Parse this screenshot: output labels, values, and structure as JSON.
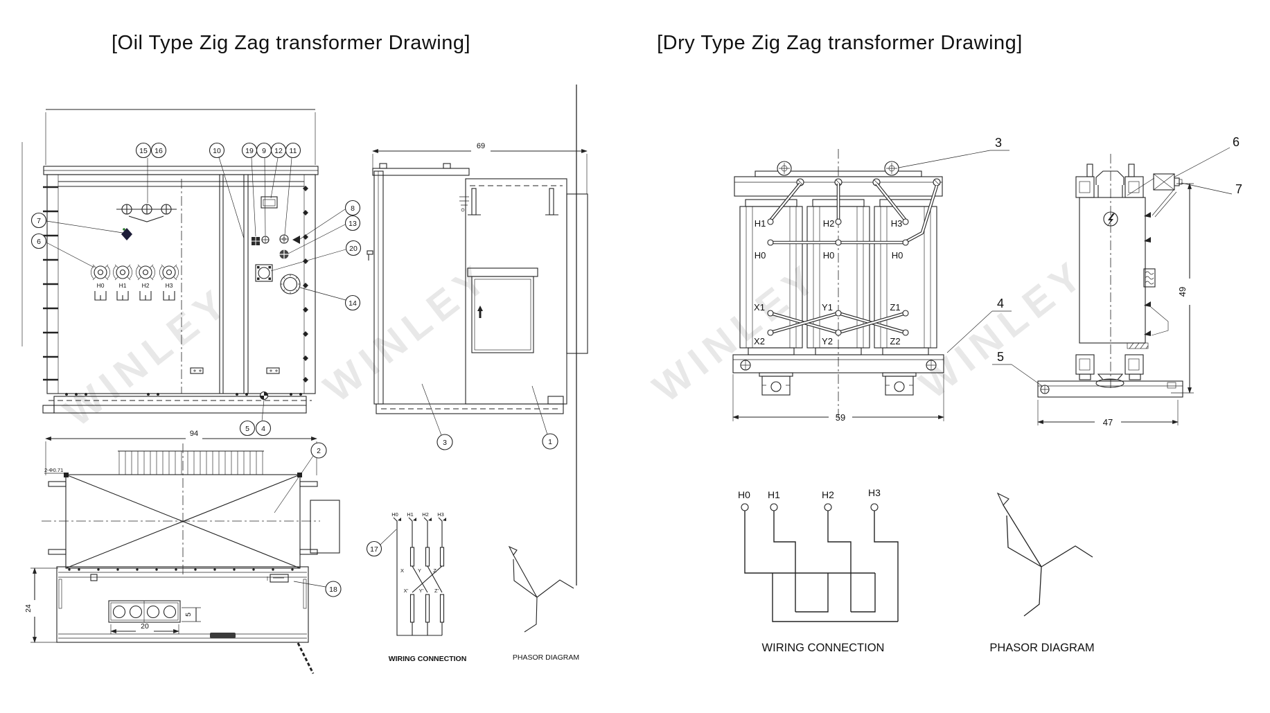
{
  "titles": {
    "left": "[Oil Type Zig Zag transformer Drawing]",
    "right": "[Dry Type Zig Zag transformer Drawing]"
  },
  "watermark": "WINLEY",
  "oil": {
    "callouts": {
      "n1": "1",
      "n2": "2",
      "n3": "3",
      "n4": "4",
      "n5": "5",
      "n6": "6",
      "n7": "7",
      "n8": "8",
      "n9": "9",
      "n10": "10",
      "n11": "11",
      "n12": "12",
      "n13": "13",
      "n14": "14",
      "n15": "15",
      "n16": "16",
      "n17": "17",
      "n18": "18",
      "n19": "19",
      "n20": "20"
    },
    "bushings": [
      "H0",
      "H1",
      "H2",
      "H3"
    ],
    "dims": {
      "side_width": "69",
      "top_width": "94",
      "base_depth": "24",
      "hole_span": "20",
      "hole_offset": "5",
      "hole_note": "2-Φ0.71"
    },
    "wiring": {
      "terminals": [
        "H0",
        "H1",
        "H2",
        "H3"
      ],
      "upper": [
        "X",
        "Y",
        "Z"
      ],
      "lower": [
        "X'",
        "Y'",
        "Z'"
      ],
      "caption": "WIRING CONNECTION"
    },
    "phasor_caption": "PHASOR DIAGRAM"
  },
  "dry": {
    "callouts": {
      "n3": "3",
      "n4": "4",
      "n5": "5",
      "n6": "6",
      "n7": "7"
    },
    "hv_terminals": [
      "H1",
      "H2",
      "H3"
    ],
    "neutral_terminals": [
      "H0",
      "H0",
      "H0"
    ],
    "upper_taps": [
      "X1",
      "Y1",
      "Z1"
    ],
    "lower_taps": [
      "X2",
      "Y2",
      "Z2"
    ],
    "dims": {
      "width": "59",
      "height": "49",
      "base_width": "47"
    },
    "wiring": {
      "terminals": [
        "H0",
        "H1",
        "H2",
        "H3"
      ],
      "caption": "WIRING CONNECTION"
    },
    "phasor_caption": "PHASOR DIAGRAM"
  }
}
